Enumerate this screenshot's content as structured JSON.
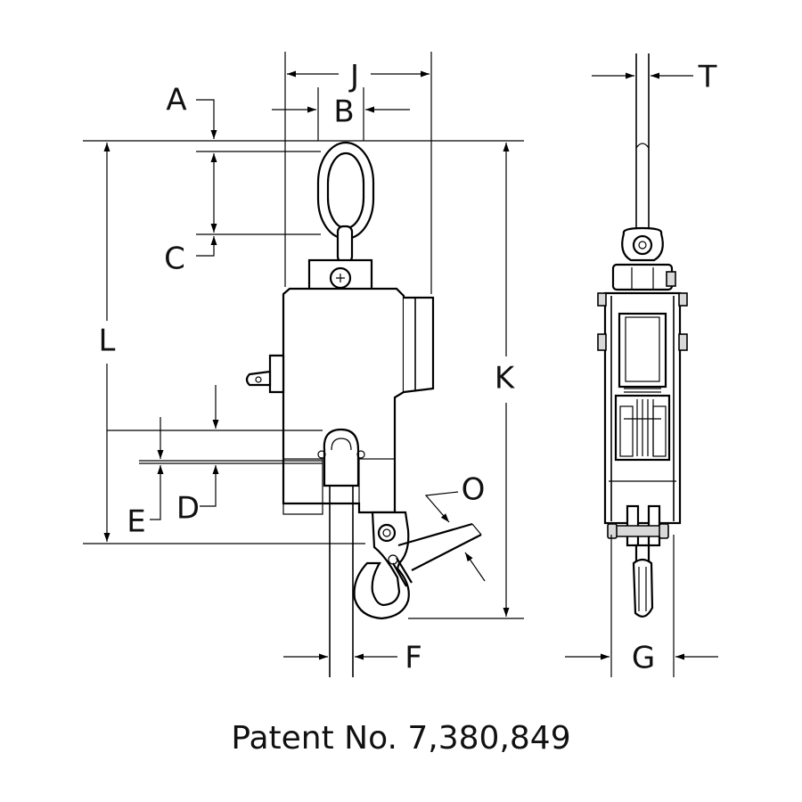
{
  "dimensions": {
    "A": "A",
    "B": "B",
    "C": "C",
    "D": "D",
    "E": "E",
    "F": "F",
    "G": "G",
    "J": "J",
    "K": "K",
    "L": "L",
    "O": "O",
    "T": "T"
  },
  "caption": "Patent No. 7,380,849"
}
